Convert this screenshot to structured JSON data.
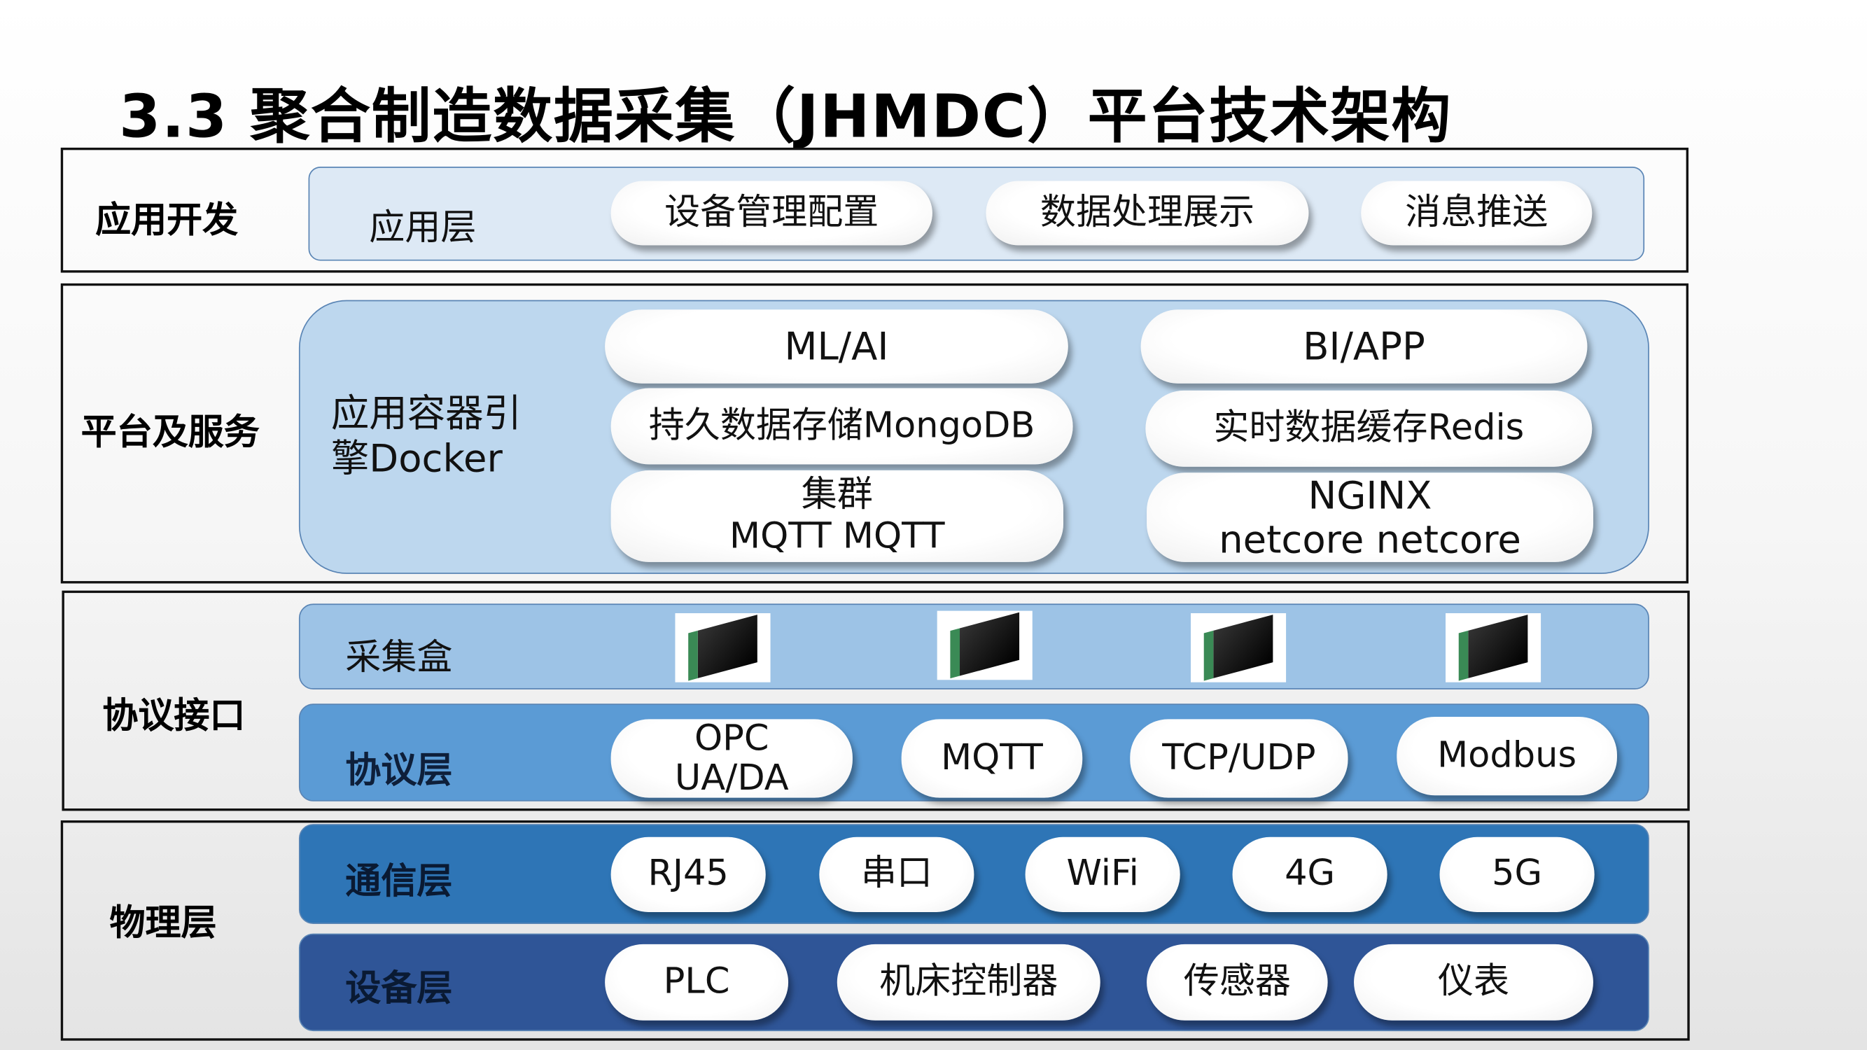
{
  "title": "3.3 聚合制造数据采集（JHMDC）平台技术架构",
  "app_dev": {
    "label": "应用开发",
    "layer": "应用层",
    "items": [
      "设备管理配置",
      "数据处理展示",
      "消息推送"
    ]
  },
  "platform": {
    "label": "平台及服务",
    "engine": "应用容器引\n擎Docker",
    "left": [
      "ML/AI",
      "持久数据存储MongoDB",
      "集群\nMQTT  MQTT"
    ],
    "right": [
      "BI/APP",
      "实时数据缓存Redis",
      "NGINX\nnetcore netcore"
    ]
  },
  "protocol": {
    "label": "协议接口",
    "box_row": "采集盒",
    "device_icon": "collector-box-image",
    "layer": "协议层",
    "items": [
      "OPC\nUA/DA",
      "MQTT",
      "TCP/UDP",
      "Modbus"
    ]
  },
  "physical": {
    "label": "物理层",
    "comm_layer": "通信层",
    "comm_items": [
      "RJ45",
      "串口",
      "WiFi",
      "4G",
      "5G"
    ],
    "device_layer": "设备层",
    "device_items": [
      "PLC",
      "机床控制器",
      "传感器",
      "仪表"
    ]
  },
  "colors": {
    "app_panel": "#dde9f5",
    "platform_panel": "#bdd7ee",
    "box_row": "#9dc3e6",
    "protocol_row": "#5b9bd5",
    "comm_row": "#2e75b6",
    "device_row": "#2f5597"
  }
}
